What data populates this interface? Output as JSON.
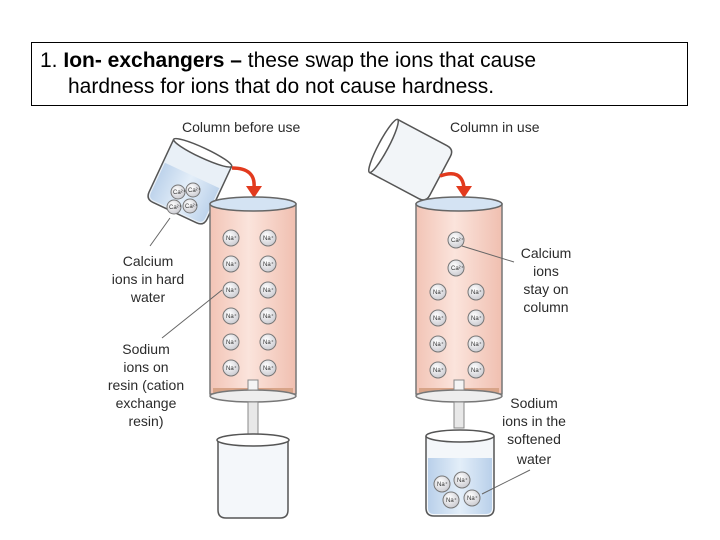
{
  "title": {
    "number": "1.",
    "bold": "Ion- exchangers –",
    "rest_line1": " these swap the ions that cause",
    "line2": "hardness for ions that do not cause hardness."
  },
  "left_panel": {
    "heading": "Column before use",
    "calcium_label": [
      "Calcium",
      "ions in hard",
      "water"
    ],
    "sodium_label": [
      "Sodium",
      "ions on",
      "resin (cation",
      "exchange",
      "resin)"
    ]
  },
  "right_panel": {
    "heading": "Column in use",
    "calcium_label": [
      "Calcium",
      "ions",
      "stay on",
      "column"
    ],
    "sodium_label": [
      "Sodium",
      "ions in the",
      "softened",
      "water"
    ]
  },
  "ion_labels": {
    "sodium": "Na⁺",
    "calcium": "Ca²⁺"
  },
  "colors": {
    "resin": "#f6d2c6",
    "water": "#cfe0f1",
    "arrow": "#e23a1e",
    "base": "#d8a488"
  }
}
